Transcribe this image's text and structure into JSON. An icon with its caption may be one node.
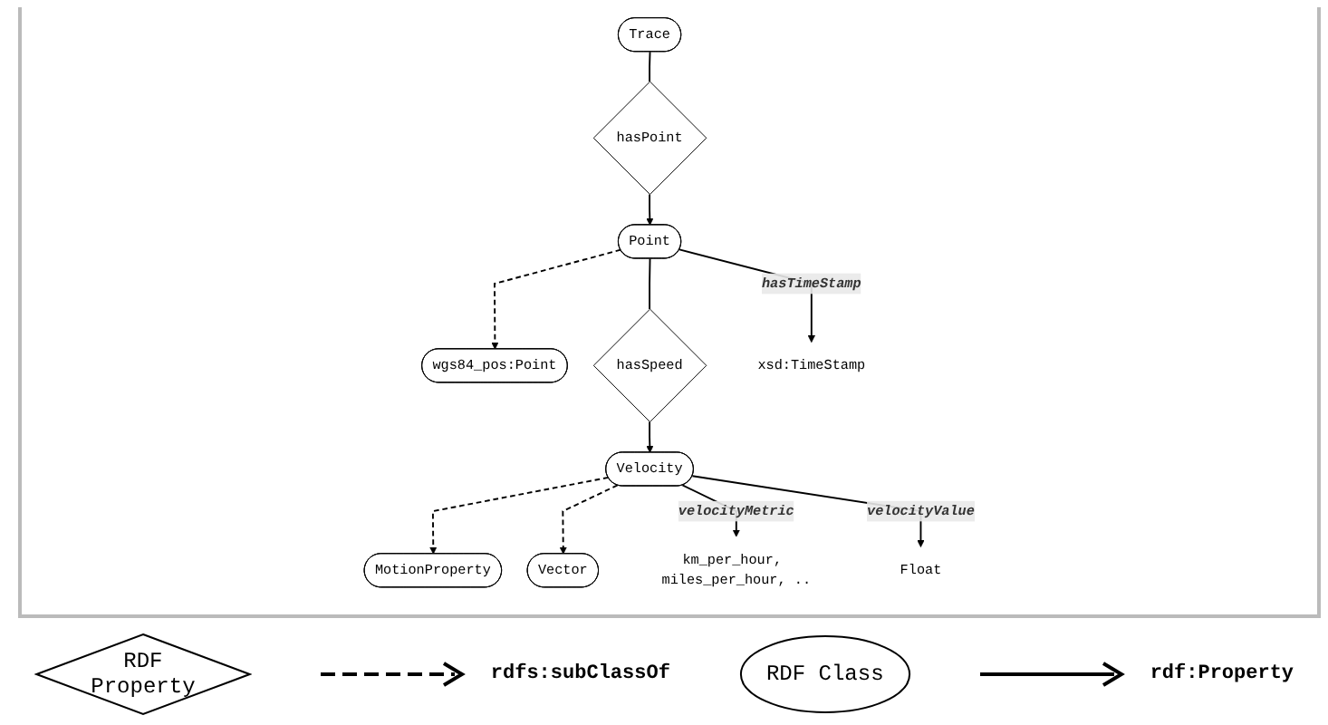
{
  "diagram": {
    "nodes": [
      {
        "text": [
          "Trace"
        ]
      },
      {
        "text": [
          "hasPoint"
        ]
      },
      {
        "text": [
          "wgs84_pos:Point"
        ]
      },
      {
        "text": [
          "Point"
        ]
      },
      {
        "text": [
          "hasSpeed"
        ]
      },
      {
        "text": [
          "MotionProperty"
        ]
      },
      {
        "text": [
          "Vector"
        ]
      },
      {
        "text": [
          "Velocity"
        ]
      },
      {
        "text": [
          "xsd:TimeStamp"
        ]
      },
      {
        "text": [
          "km_per_hour, miles_per_hour, .."
        ]
      },
      {
        "text": [
          "Float"
        ]
      }
    ],
    "edges": [
      {
        "from": 0,
        "to": 1,
        "arrow": "none"
      },
      {
        "from": 1,
        "to": 3,
        "arrow": "to"
      },
      {
        "from": 3,
        "to": 2,
        "arrow": "to",
        "style": "dashed"
      },
      {
        "from": 3,
        "to": 4,
        "arrow": "none"
      },
      {
        "from": 4,
        "to": 7,
        "arrow": "to"
      },
      {
        "from": 7,
        "to": 5,
        "arrow": "to",
        "style": "dashed"
      },
      {
        "from": 7,
        "to": 6,
        "arrow": "to",
        "style": "dashed"
      },
      {
        "from": 3,
        "to": 8,
        "arrow": "to",
        "label": "hasTimeStamp"
      },
      {
        "from": 7,
        "to": 9,
        "arrow": "to",
        "label": "velocityMetric"
      },
      {
        "from": 7,
        "to": 10,
        "arrow": "to",
        "label": "velocityValue"
      }
    ],
    "legend": [
      {
        "text": "RDF Property"
      },
      {
        "text": "rdfs:subClassOf"
      },
      {
        "text": "RDF Class"
      },
      {
        "text": "rdf:Property"
      }
    ]
  }
}
